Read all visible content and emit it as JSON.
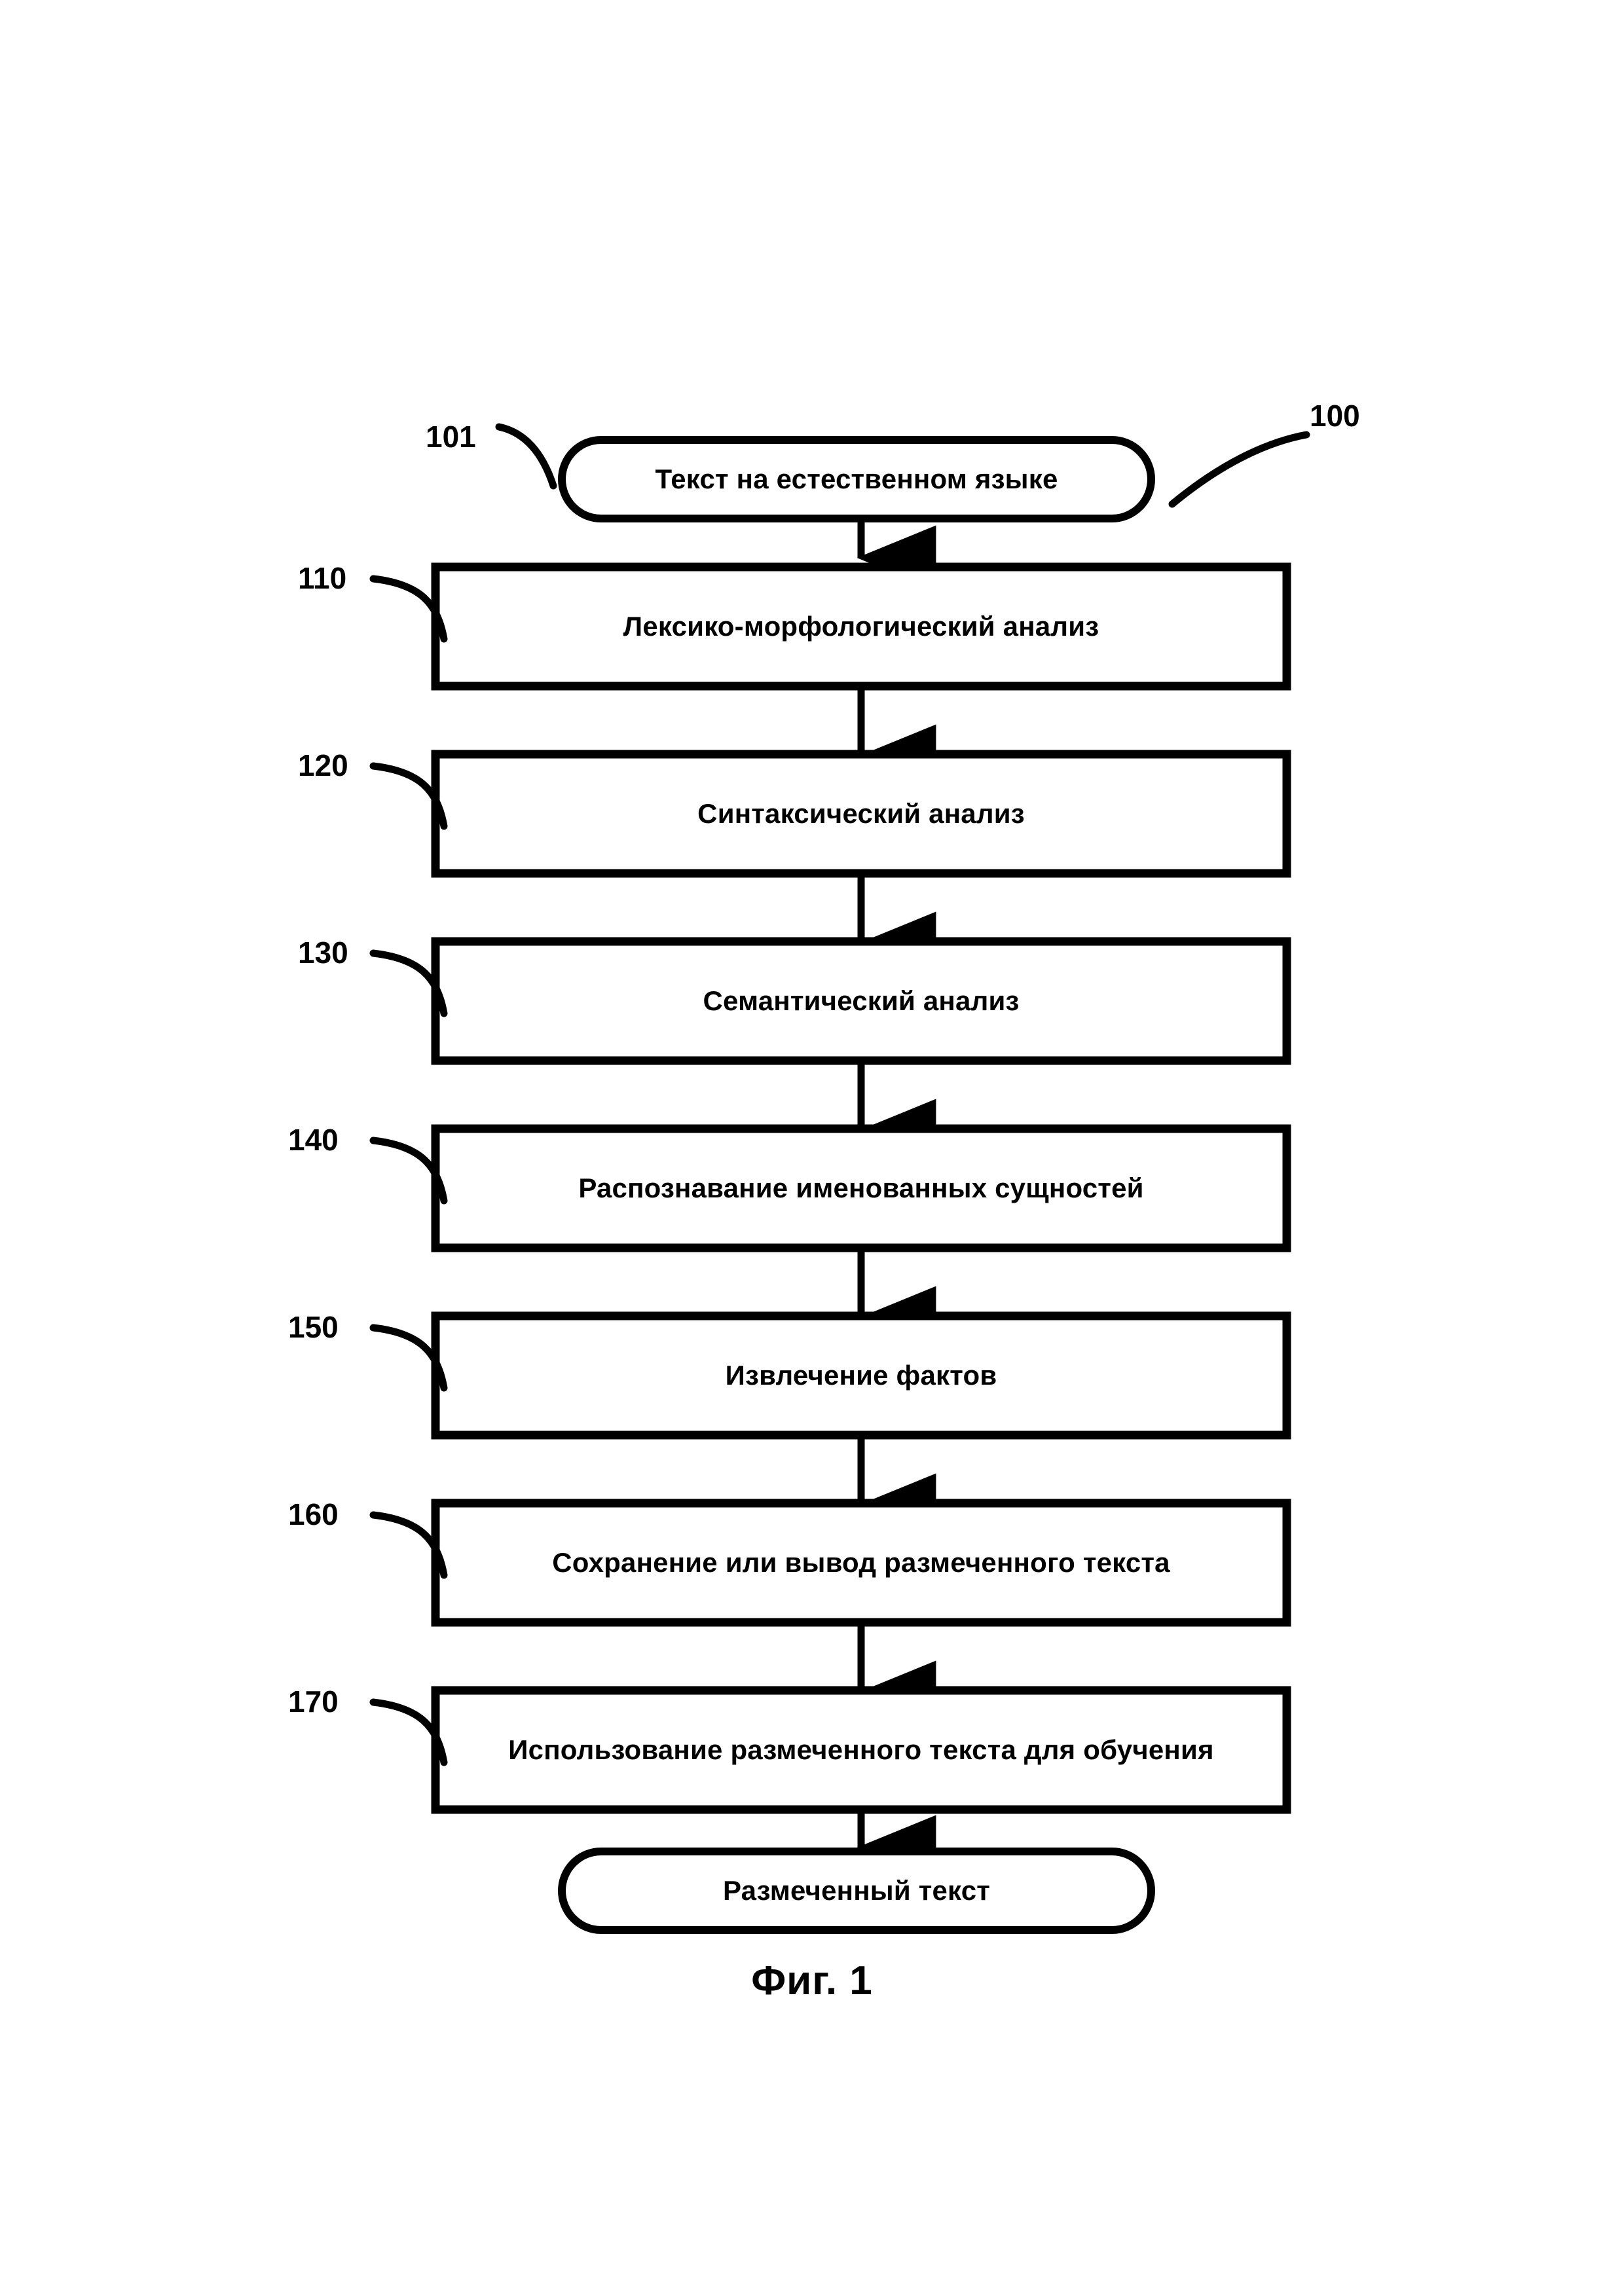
{
  "figure": {
    "caption": "Фиг. 1",
    "diagram_ref": "100",
    "type": "flowchart",
    "orientation": "vertical-top-to-bottom"
  },
  "nodes": [
    {
      "ref": "101",
      "label": "Текст на естественном языке",
      "shape": "stadium",
      "role": "input"
    },
    {
      "ref": "110",
      "label": "Лексико-морфологический анализ",
      "shape": "rectangle",
      "role": "process"
    },
    {
      "ref": "120",
      "label": "Синтаксический анализ",
      "shape": "rectangle",
      "role": "process"
    },
    {
      "ref": "130",
      "label": "Семантический анализ",
      "shape": "rectangle",
      "role": "process"
    },
    {
      "ref": "140",
      "label": "Распознавание именованных сущностей",
      "shape": "rectangle",
      "role": "process"
    },
    {
      "ref": "150",
      "label": "Извлечение фактов",
      "shape": "rectangle",
      "role": "process"
    },
    {
      "ref": "160",
      "label": "Сохранение или вывод размеченного текста",
      "shape": "rectangle",
      "role": "process"
    },
    {
      "ref": "170",
      "label": "Использование размеченного текста для обучения",
      "shape": "rectangle",
      "role": "process"
    },
    {
      "ref": "",
      "label": "Размеченный текст",
      "shape": "stadium",
      "role": "output"
    }
  ],
  "colors": {
    "stroke": "#000000",
    "fill": "#ffffff",
    "background": "#ffffff"
  }
}
